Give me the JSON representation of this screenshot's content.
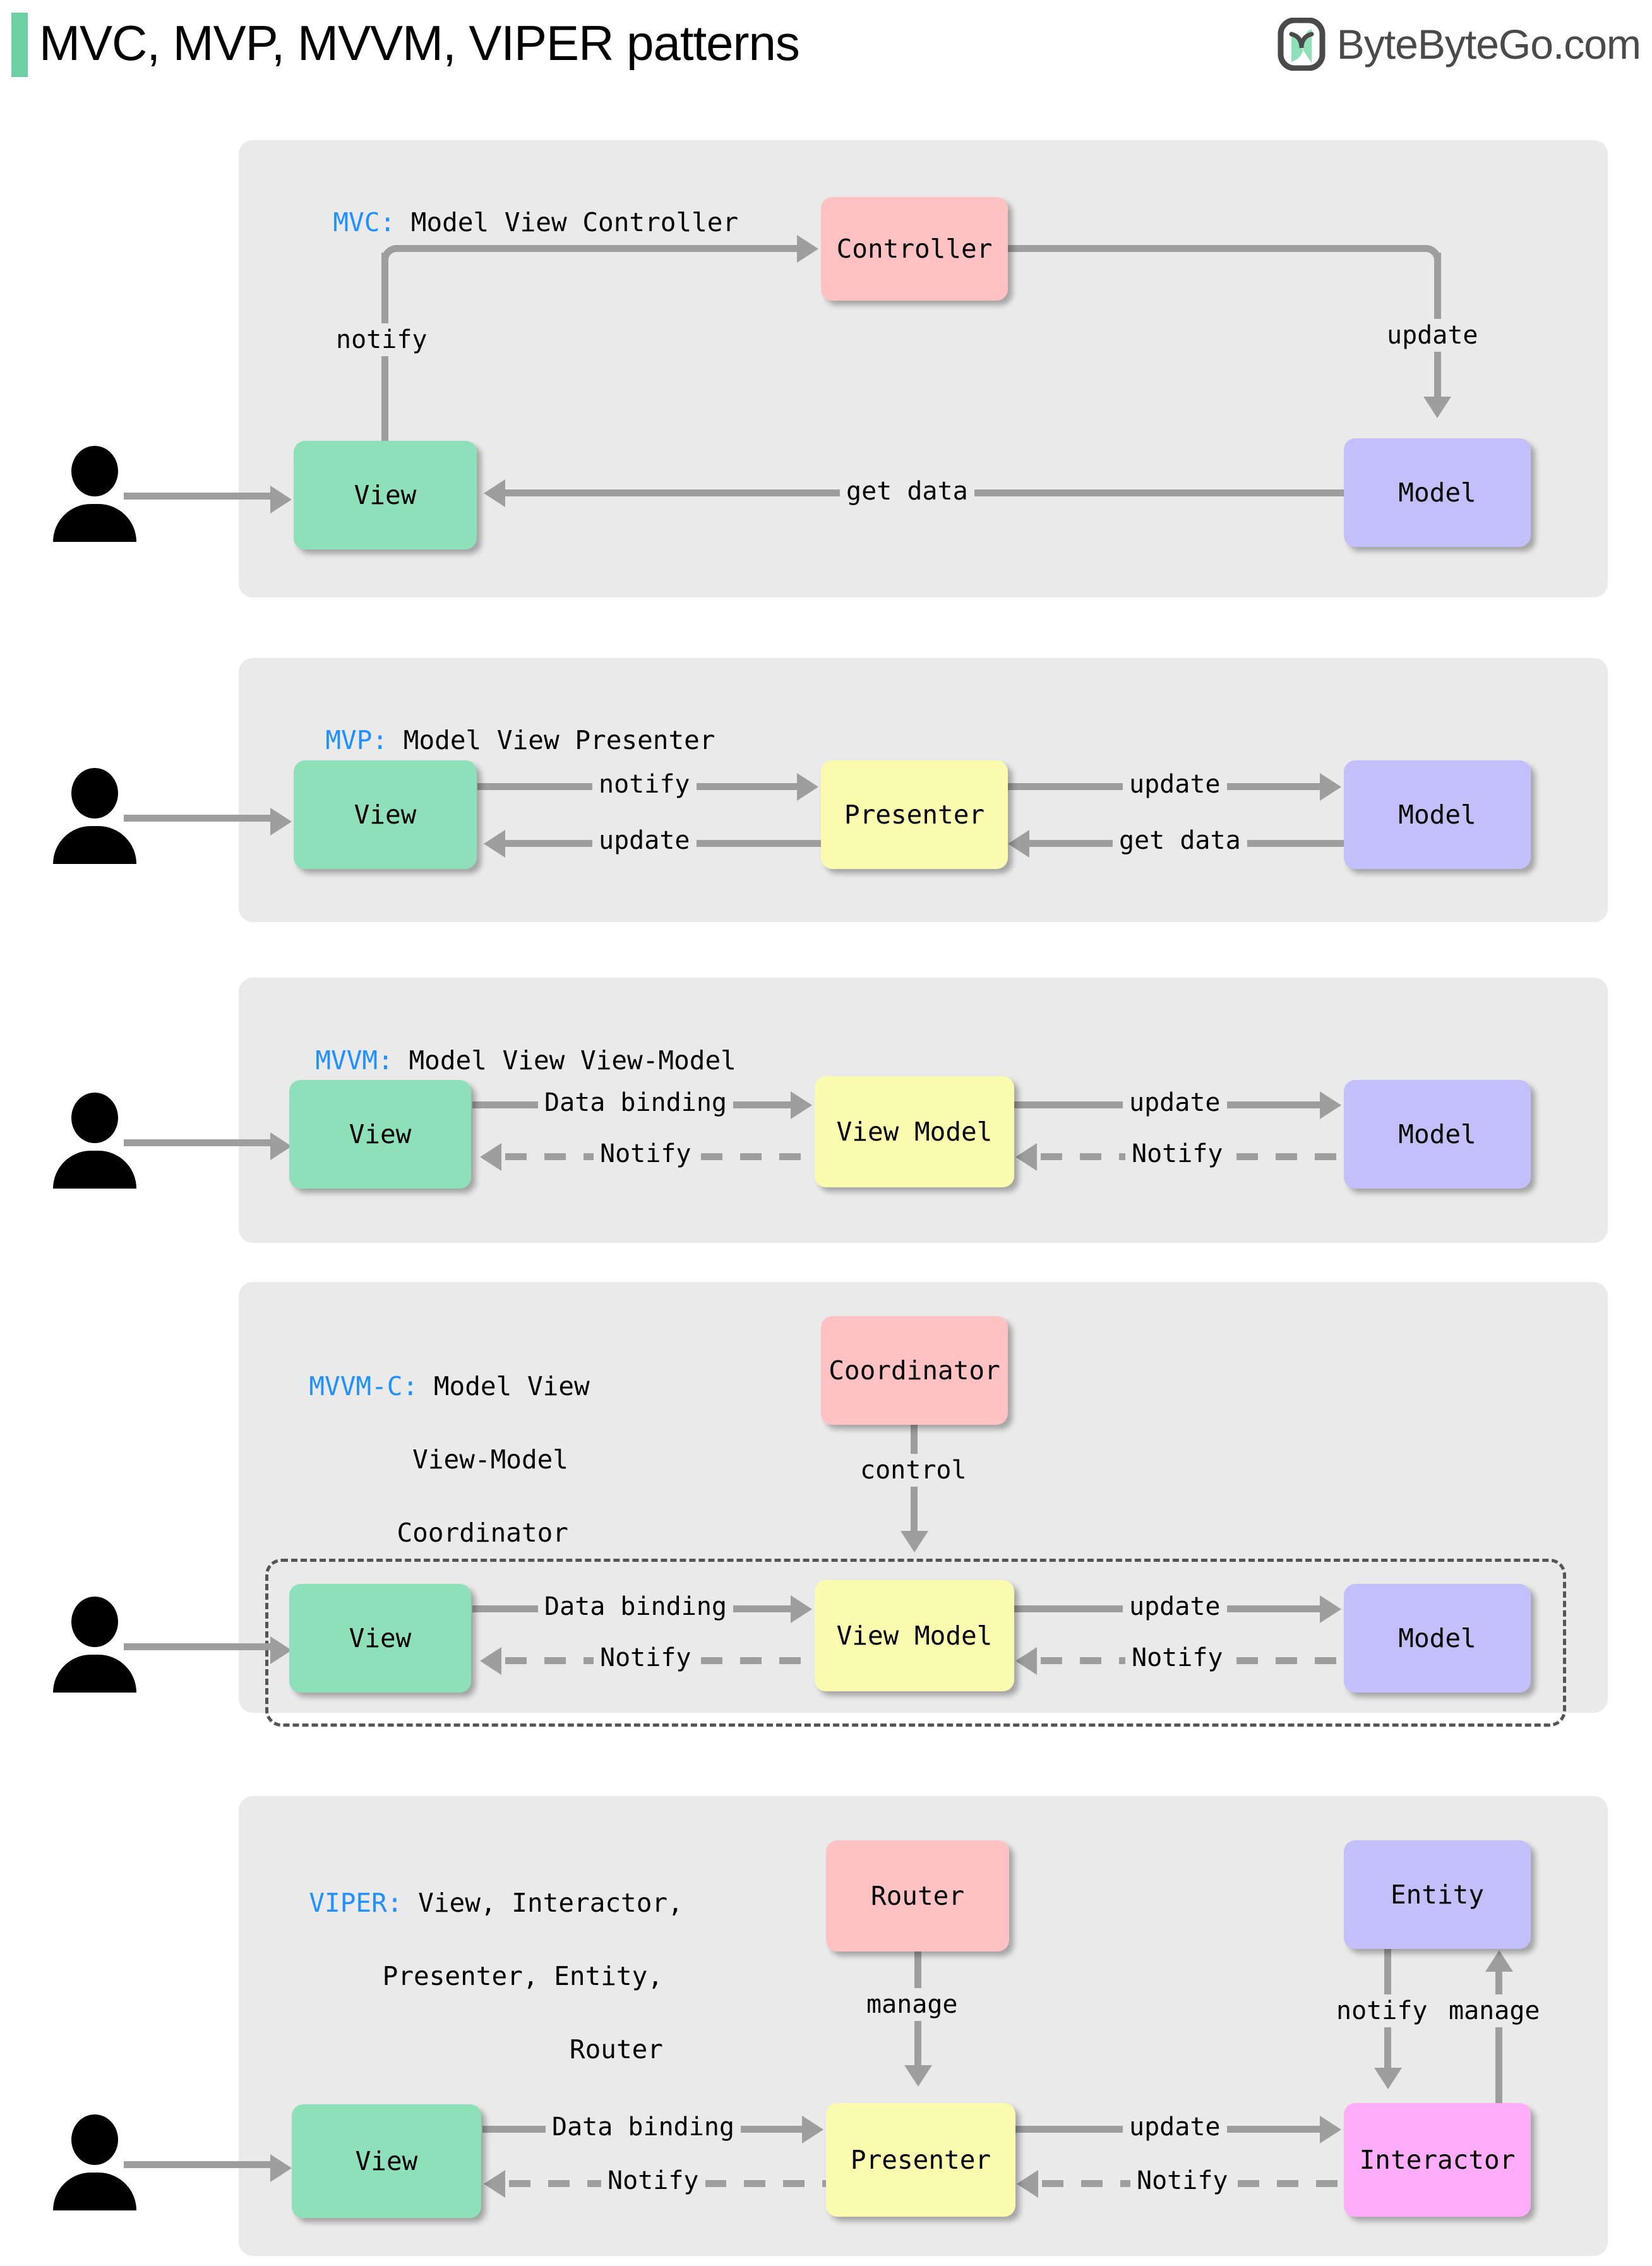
{
  "header": {
    "title": "MVC, MVP, MVVM, VIPER patterns",
    "brand_text": "ByteByteGo.com",
    "brand_icon": "bytebytego-logo-icon",
    "accent_color": "#6ecfa5"
  },
  "colors": {
    "panel_bg": "#eaeaea",
    "view": "#8ee0b9",
    "model": "#c3bffa",
    "controller": "#ffc1c1",
    "presenter": "#fbfbb0",
    "interactor": "#ffacf9",
    "keyword": "#1e90ff",
    "arrow": "#9e9e9e"
  },
  "sections": [
    {
      "id": "mvc",
      "keyword": "MVC:",
      "title_rest": " Model View Controller",
      "nodes": {
        "view": "View",
        "controller": "Controller",
        "model": "Model"
      },
      "edges": {
        "notify": "notify",
        "update": "update",
        "get_data": "get data"
      }
    },
    {
      "id": "mvp",
      "keyword": "MVP:",
      "title_rest": " Model View Presenter",
      "nodes": {
        "view": "View",
        "presenter": "Presenter",
        "model": "Model"
      },
      "edges": {
        "notify": "notify",
        "update_left": "update",
        "update_right": "update",
        "get_data": "get data"
      }
    },
    {
      "id": "mvvm",
      "keyword": "MVVM:",
      "title_rest": " Model View View-Model",
      "nodes": {
        "view": "View",
        "view_model": "View Model",
        "model": "Model"
      },
      "edges": {
        "data_binding": "Data binding",
        "notify_left": "Notify",
        "update": "update",
        "notify_right": "Notify"
      }
    },
    {
      "id": "mvvmc",
      "keyword": "MVVM-C:",
      "title_rest": " Model View",
      "title_line2": "View-Model",
      "title_line3": "Coordinator",
      "nodes": {
        "coordinator": "Coordinator",
        "view": "View",
        "view_model": "View Model",
        "model": "Model"
      },
      "edges": {
        "control": "control",
        "data_binding": "Data binding",
        "notify_left": "Notify",
        "update": "update",
        "notify_right": "Notify"
      }
    },
    {
      "id": "viper",
      "keyword": "VIPER:",
      "title_rest": " View, Interactor,",
      "title_line2": "Presenter, Entity,",
      "title_line3": "Router",
      "nodes": {
        "router": "Router",
        "entity": "Entity",
        "view": "View",
        "presenter": "Presenter",
        "interactor": "Interactor"
      },
      "edges": {
        "manage_router": "manage",
        "notify_entity": "notify",
        "manage_entity": "manage",
        "data_binding": "Data binding",
        "notify_left": "Notify",
        "update": "update",
        "notify_right": "Notify"
      }
    }
  ]
}
